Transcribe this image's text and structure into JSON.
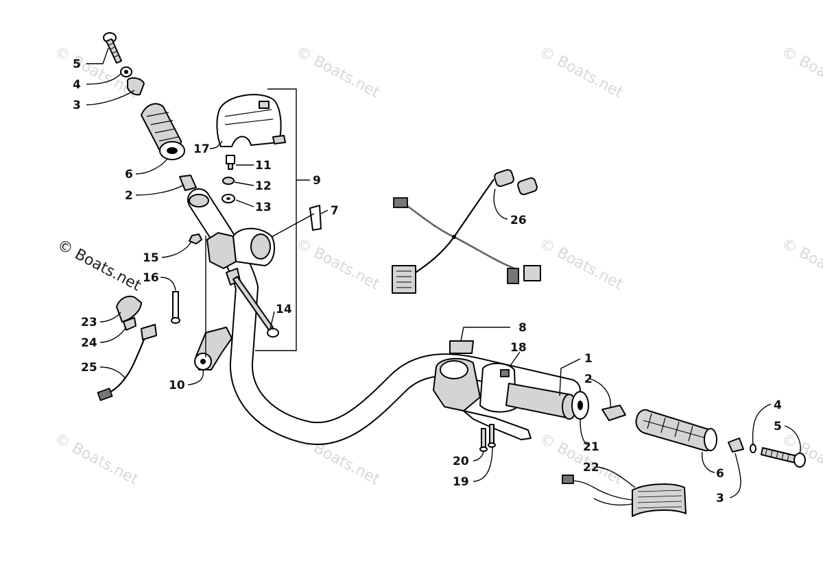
{
  "watermark": {
    "text": "© Boats.net",
    "prominent_text": "© Boats.net"
  },
  "callouts": {
    "c5_top": "5",
    "c4_top": "4",
    "c3_top": "3",
    "c6_left": "6",
    "c2_left": "2",
    "c17": "17",
    "c11": "11",
    "c12": "12",
    "c13": "13",
    "c9": "9",
    "c7": "7",
    "c26": "26",
    "c15": "15",
    "c16": "16",
    "c14": "14",
    "c23": "23",
    "c24": "24",
    "c25": "25",
    "c10": "10",
    "c8": "8",
    "c18": "18",
    "c1": "1",
    "c2_right": "2",
    "c4_right": "4",
    "c5_right": "5",
    "c21": "21",
    "c22": "22",
    "c20": "20",
    "c19": "19",
    "c6_right": "6",
    "c3_right": "3"
  }
}
